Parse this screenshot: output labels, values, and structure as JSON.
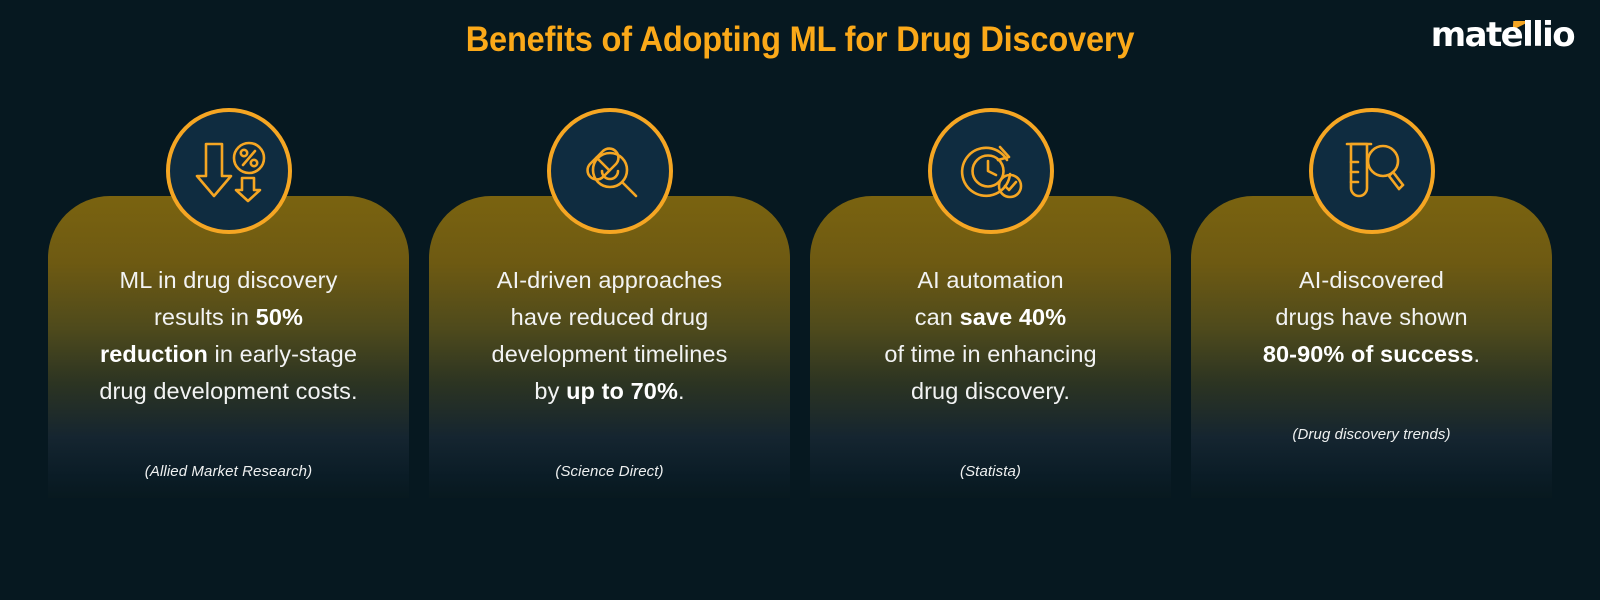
{
  "header": {
    "title": "Benefits of Adopting ML for Drug Discovery",
    "logo_text": "matellio",
    "title_color": "#FBA919",
    "logo_accent_color": "#F5A623"
  },
  "theme": {
    "background": "#061820",
    "accent": "#F5A623",
    "card_gradient_top": "#7a6310",
    "card_gradient_bottom": "#08191f",
    "badge_fill": "#0f2c40",
    "text_color": "#f2f3f3"
  },
  "cards": [
    {
      "icon": "arrows-down-percent-icon",
      "lines": [
        [
          {
            "t": "ML in drug discovery",
            "b": false
          }
        ],
        [
          {
            "t": "results in ",
            "b": false
          },
          {
            "t": "50%",
            "b": true
          }
        ],
        [
          {
            "t": "reduction",
            "b": true
          },
          {
            "t": " in early-stage",
            "b": false
          }
        ],
        [
          {
            "t": "drug development costs.",
            "b": false
          }
        ]
      ],
      "source": "(Allied Market Research)",
      "source_position": "low"
    },
    {
      "icon": "pills-magnifier-icon",
      "lines": [
        [
          {
            "t": "AI-driven approaches",
            "b": false
          }
        ],
        [
          {
            "t": "have reduced drug",
            "b": false
          }
        ],
        [
          {
            "t": "development timelines",
            "b": false
          }
        ],
        [
          {
            "t": "by ",
            "b": false
          },
          {
            "t": "up to 70%",
            "b": true
          },
          {
            "t": ".",
            "b": false
          }
        ]
      ],
      "source": "(Science Direct)",
      "source_position": "low"
    },
    {
      "icon": "clock-check-icon",
      "lines": [
        [
          {
            "t": "AI automation",
            "b": false
          }
        ],
        [
          {
            "t": "can ",
            "b": false
          },
          {
            "t": "save 40%",
            "b": true
          }
        ],
        [
          {
            "t": "of time in enhancing",
            "b": false
          }
        ],
        [
          {
            "t": "drug discovery.",
            "b": false
          }
        ]
      ],
      "source": "(Statista)",
      "source_position": "low"
    },
    {
      "icon": "test-tube-magnifier-icon",
      "lines": [
        [
          {
            "t": "AI-discovered",
            "b": false
          }
        ],
        [
          {
            "t": "drugs have shown",
            "b": false
          }
        ],
        [
          {
            "t": "80-90% of success",
            "b": true
          },
          {
            "t": ".",
            "b": false
          }
        ]
      ],
      "source": "(Drug discovery trends)",
      "source_position": "high"
    }
  ]
}
